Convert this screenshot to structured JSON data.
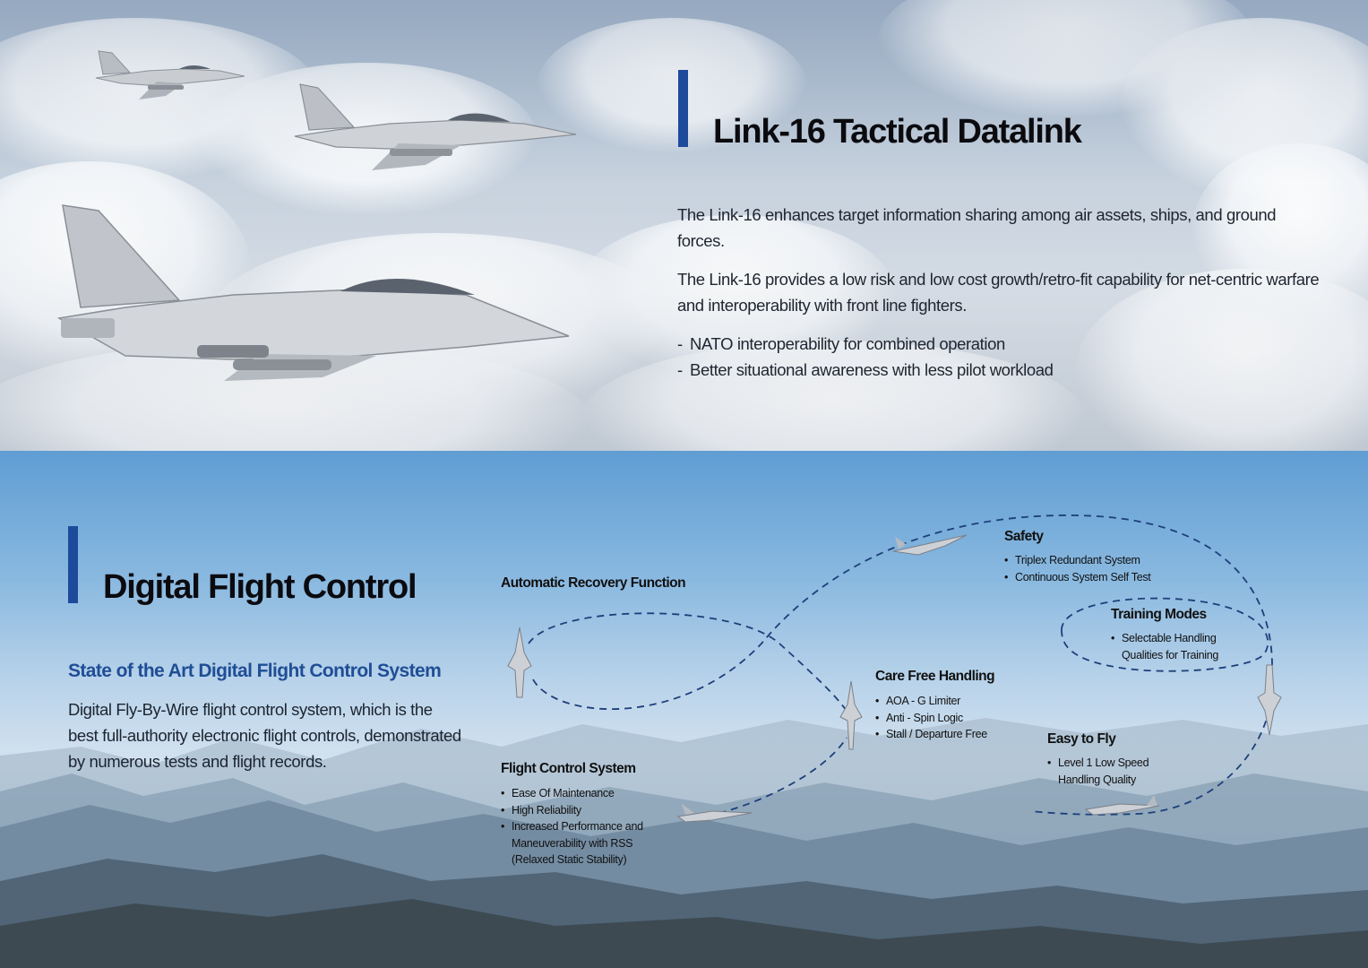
{
  "link16": {
    "title": "Link-16 Tactical Datalink",
    "paragraphs": [
      "The Link-16 enhances target information sharing among air assets, ships, and ground forces.",
      "The Link-16 provides a low risk and low cost growth/retro-fit capability for net-centric warfare and interoperability with front line fighters."
    ],
    "bullets": [
      "NATO interoperability for combined operation",
      "Better situational awareness with less pilot workload"
    ]
  },
  "dfc": {
    "title": "Digital Flight Control",
    "subtitle": "State of the Art Digital Flight Control System",
    "description": "Digital Fly-By-Wire flight control system, which is the best full-authority electronic flight controls, demonstrated by numerous tests and flight records."
  },
  "diagram": {
    "automatic_recovery": {
      "title": "Automatic Recovery Function"
    },
    "flight_control_system": {
      "title": "Flight Control System",
      "items": [
        "Ease Of Maintenance",
        "High Reliability",
        "Increased Performance and Maneuverability with RSS (Relaxed Static Stability)"
      ]
    },
    "safety": {
      "title": "Safety",
      "items": [
        "Triplex Redundant System",
        "Continuous System Self Test"
      ]
    },
    "training_modes": {
      "title": "Training Modes",
      "items": [
        "Selectable Handling Qualities for Training"
      ]
    },
    "care_free_handling": {
      "title": "Care Free Handling",
      "items": [
        "AOA - G Limiter",
        "Anti - Spin Logic",
        "Stall / Departure Free"
      ]
    },
    "easy_to_fly": {
      "title": "Easy to Fly",
      "items": [
        "Level 1 Low Speed Handling Quality"
      ]
    }
  },
  "colors": {
    "accent": "#1e4a9b",
    "subtitle": "#1f4e96",
    "path": "#1d3f7a"
  }
}
